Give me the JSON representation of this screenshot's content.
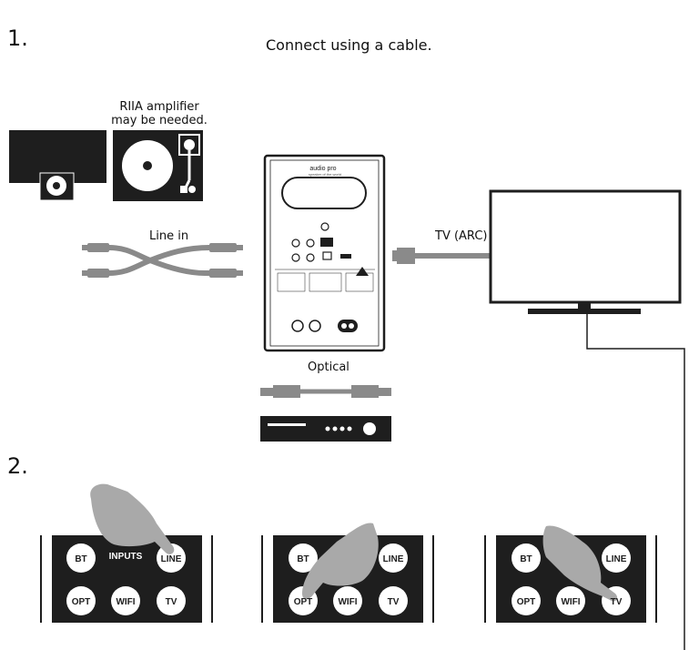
{
  "steps": {
    "one": "1.",
    "two": "2."
  },
  "heading": "Connect using a cable.",
  "turntable_note": [
    "RIIA amplifier",
    "may be needed."
  ],
  "cables": {
    "line_in": "Line in",
    "tv_arc": "TV (ARC)",
    "optical": "Optical"
  },
  "speaker": {
    "brand": "audio pro",
    "model_line": "speaker of the world"
  },
  "remote_buttons": {
    "bt": "BT",
    "inputs": "INPUTS",
    "line": "LINE",
    "opt": "OPT",
    "wifi": "WIFI",
    "tv": "TV"
  },
  "remote_panels": [
    {
      "highlighted": "LINE"
    },
    {
      "highlighted": "OPT"
    },
    {
      "highlighted": "TV"
    }
  ],
  "colors": {
    "device": "#1e1e1e",
    "cable": "#8a8a8a",
    "hand": "#a9a9a9"
  }
}
